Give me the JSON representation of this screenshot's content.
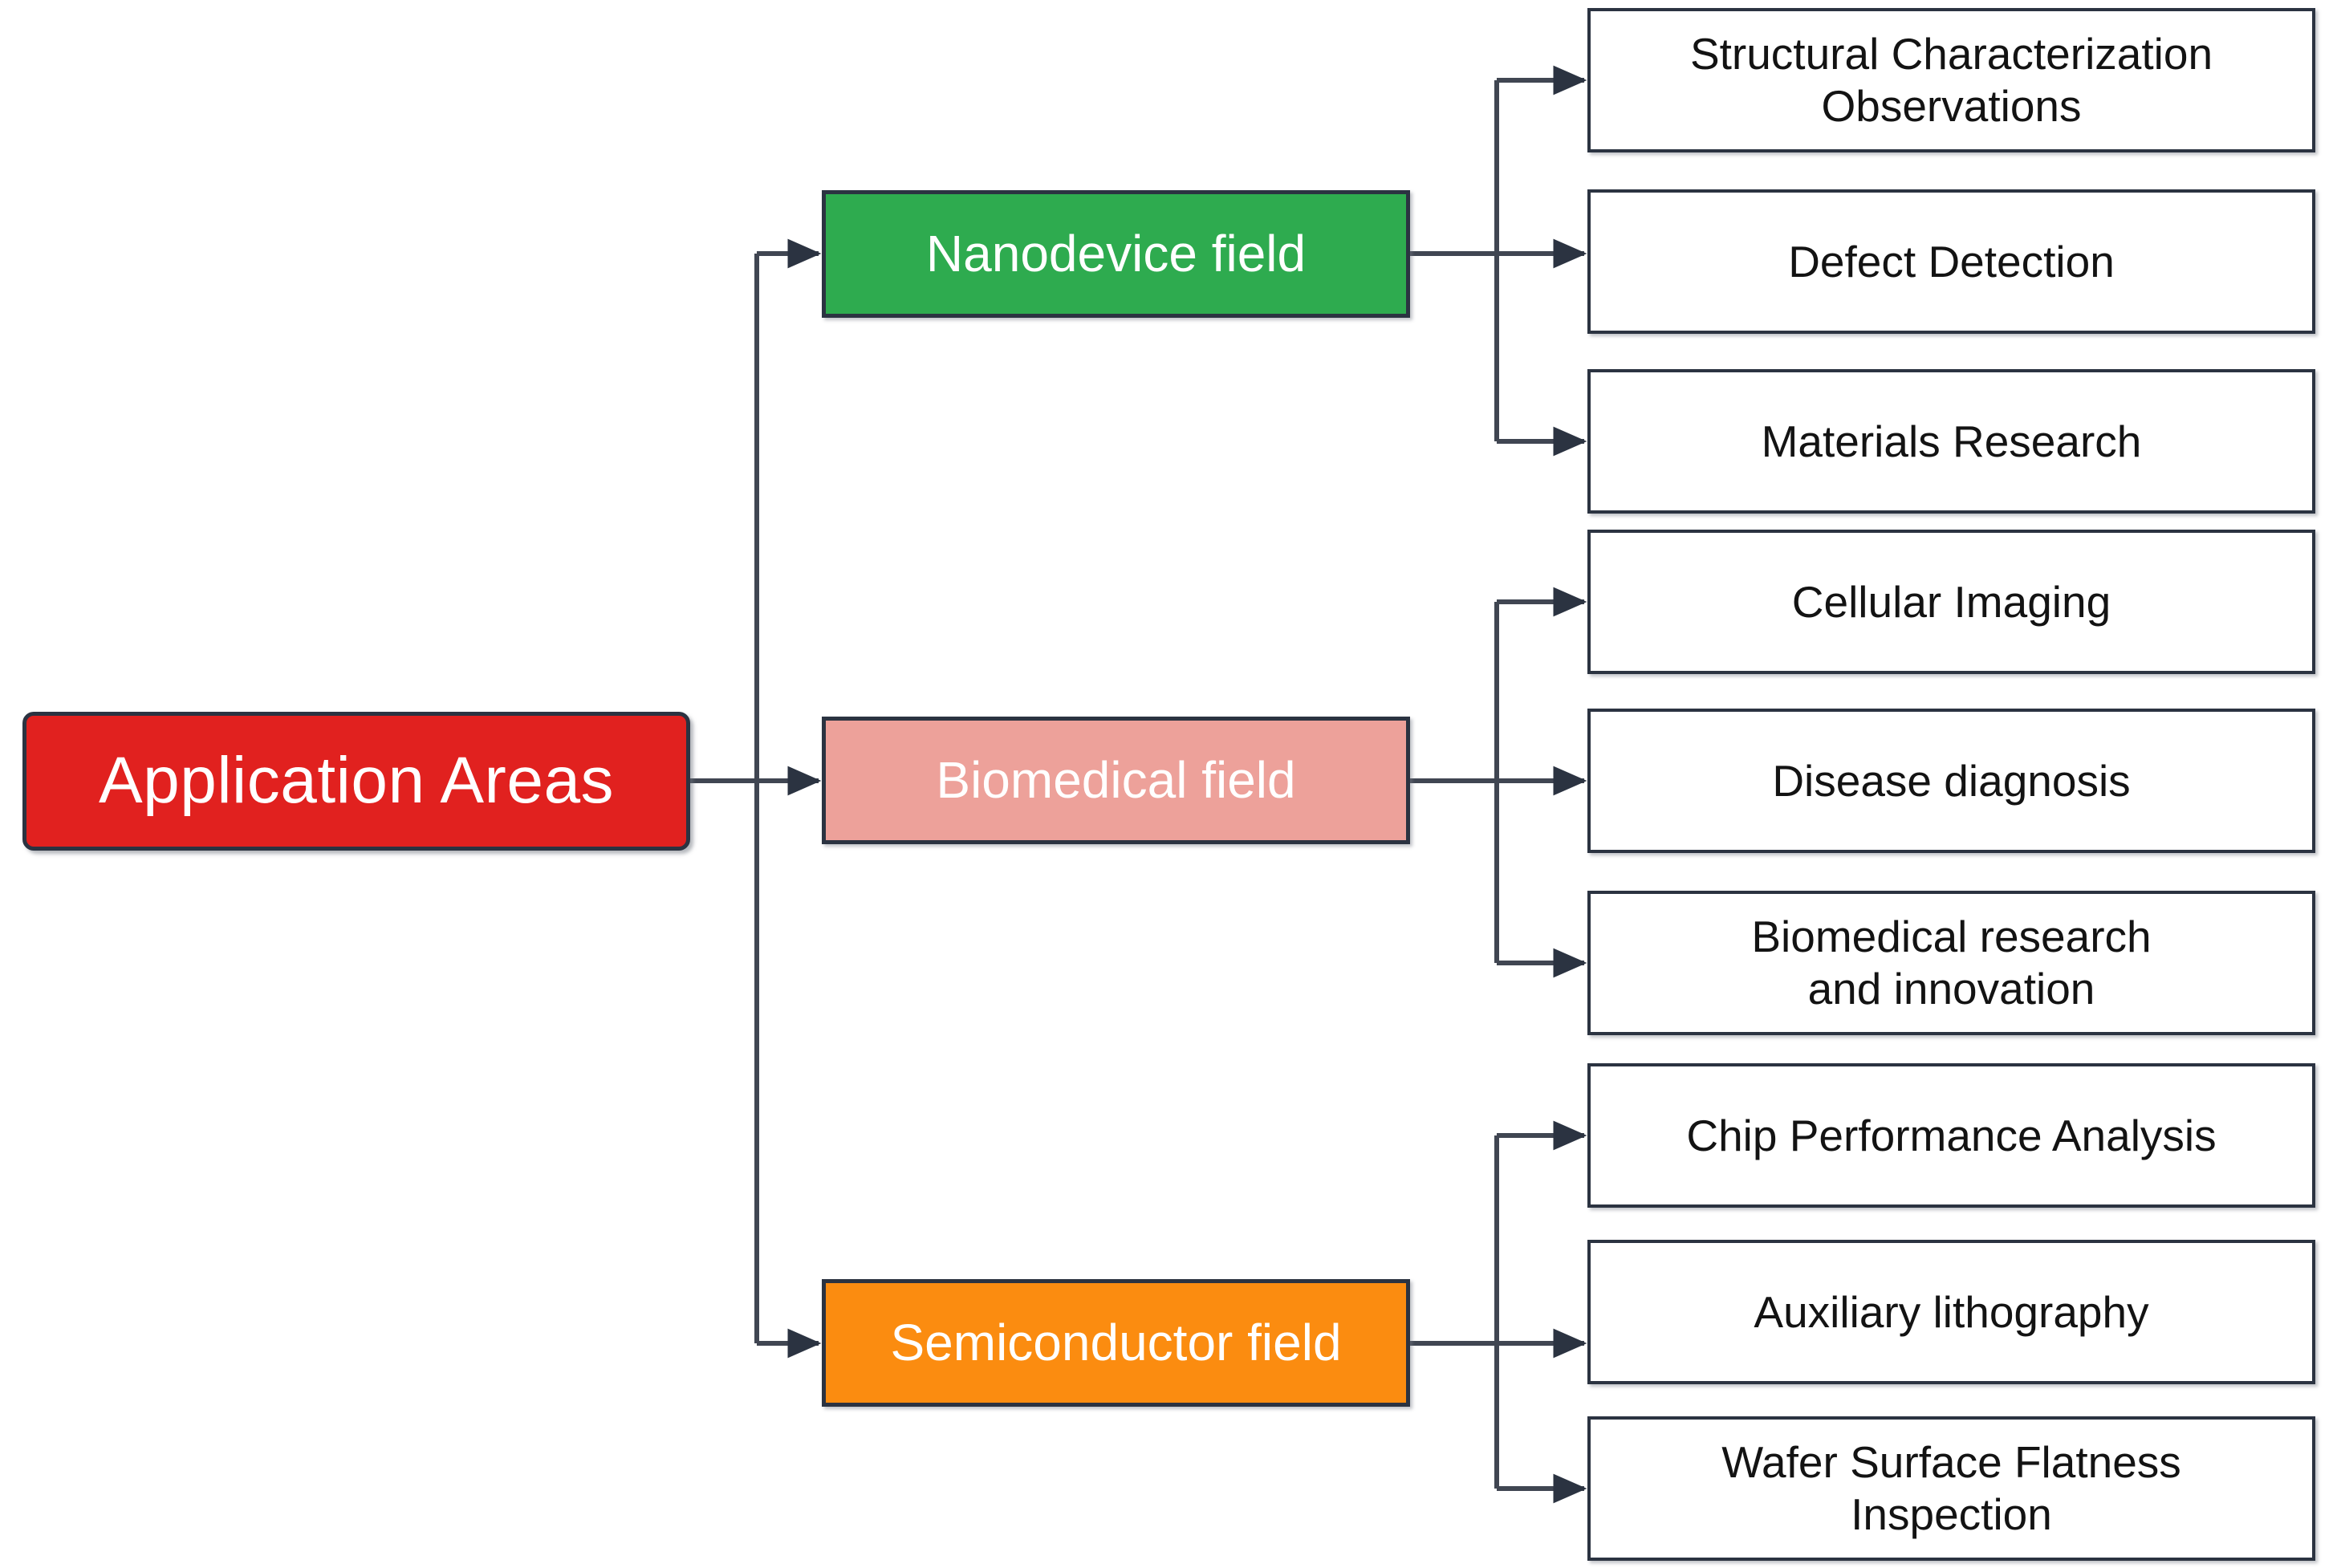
{
  "diagram": {
    "title": "Application Areas hierarchy",
    "type": "tree-flowchart",
    "colors": {
      "root_fill": "#e1211f",
      "nanodevice_fill": "#2eab4f",
      "biomedical_fill": "#eda19a",
      "semiconductor_fill": "#fb8c10",
      "leaf_fill": "#ffffff",
      "border": "#2b3341",
      "connector": "#404652",
      "root_text": "#ffffff",
      "field_text": "#ffffff",
      "leaf_text": "#131313"
    }
  },
  "root": {
    "label": "Application Areas"
  },
  "branches": [
    {
      "id": "nanodevice",
      "label": "Nanodevice field",
      "leaves": [
        {
          "id": "structural-characterization-observations",
          "label": "Structural Characterization\nObservations"
        },
        {
          "id": "defect-detection",
          "label": "Defect Detection"
        },
        {
          "id": "materials-research",
          "label": "Materials Research"
        }
      ]
    },
    {
      "id": "biomedical",
      "label": "Biomedical field",
      "leaves": [
        {
          "id": "cellular-imaging",
          "label": "Cellular Imaging"
        },
        {
          "id": "disease-diagnosis",
          "label": "Disease diagnosis"
        },
        {
          "id": "biomedical-research-and-innovation",
          "label": "Biomedical research\nand innovation"
        }
      ]
    },
    {
      "id": "semiconductor",
      "label": "Semiconductor field",
      "leaves": [
        {
          "id": "chip-performance-analysis",
          "label": "Chip Performance Analysis"
        },
        {
          "id": "auxiliary-lithography",
          "label": "Auxiliary lithography"
        },
        {
          "id": "wafer-surface-flatness-inspection",
          "label": "Wafer Surface Flatness\nInspection"
        }
      ]
    }
  ]
}
